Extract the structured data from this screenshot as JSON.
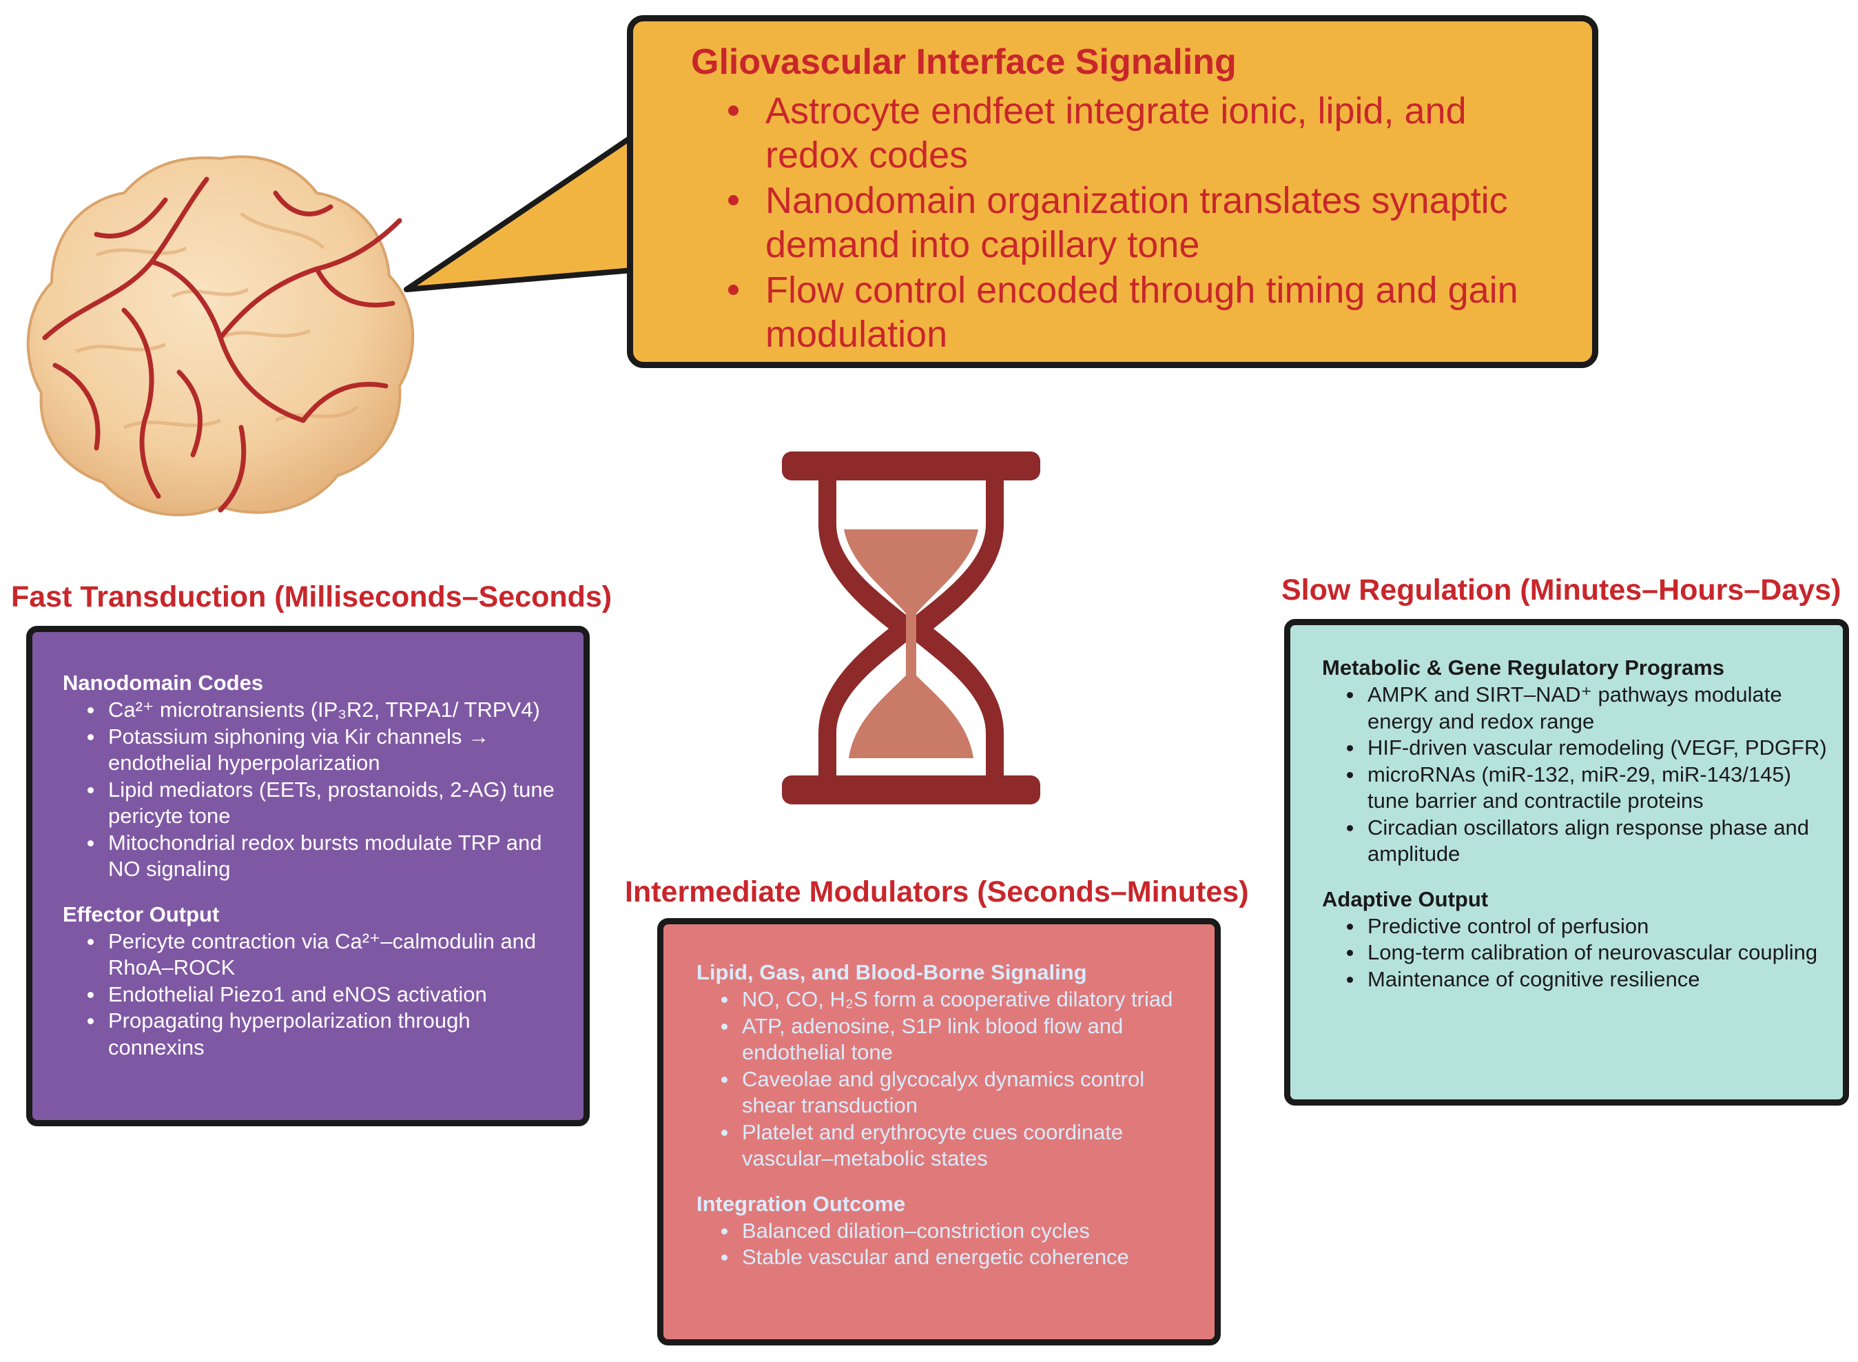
{
  "colors": {
    "callout_fill": "#f2b441",
    "title_red": "#c8262b",
    "fast_panel": "#7f58a4",
    "intermediate_panel": "#e07a7a",
    "slow_panel": "#b6e2dc",
    "hourglass": "#8e2a2a",
    "sand": "#c97b68",
    "brain": "#f4d2a4",
    "vessels": "#b22a2a"
  },
  "icons": [
    "brain-icon",
    "hourglass-icon"
  ],
  "callout": {
    "title": "Gliovascular Interface Signaling",
    "bullets": [
      "Astrocyte endfeet integrate ionic, lipid, and redox codes",
      "Nanodomain organization translates synaptic demand into capillary tone",
      "Flow control encoded through timing and gain modulation"
    ]
  },
  "fast": {
    "heading": "Fast Transduction (Milliseconds–Seconds)",
    "sections": [
      {
        "title": "Nanodomain Codes",
        "items": [
          "Ca²⁺ microtransients (IP₃R2, TRPA1/ TRPV4)",
          "Potassium siphoning via Kir channels → endothelial hyperpolarization",
          "Lipid mediators (EETs, prostanoids, 2-AG) tune pericyte tone",
          "Mitochondrial redox bursts modulate TRP and NO signaling"
        ]
      },
      {
        "title": "Effector Output",
        "items": [
          "Pericyte contraction via Ca²⁺–calmodulin and RhoA–ROCK",
          "Endothelial Piezo1 and eNOS activation",
          "Propagating hyperpolarization through connexins"
        ]
      }
    ]
  },
  "intermediate": {
    "heading": "Intermediate Modulators (Seconds–Minutes)",
    "sections": [
      {
        "title": "Lipid, Gas, and Blood-Borne Signaling",
        "items": [
          "NO, CO, H₂S form a cooperative dilatory triad",
          "ATP, adenosine, S1P link blood flow and endothelial tone",
          "Caveolae and glycocalyx dynamics control shear transduction",
          "Platelet and erythrocyte cues coordinate vascular–metabolic states"
        ]
      },
      {
        "title": "Integration Outcome",
        "items": [
          "Balanced dilation–constriction cycles",
          "Stable vascular and energetic coherence"
        ]
      }
    ]
  },
  "slow": {
    "heading": "Slow Regulation (Minutes–Hours–Days)",
    "sections": [
      {
        "title": "Metabolic & Gene Regulatory Programs",
        "items": [
          "AMPK and SIRT–NAD⁺ pathways modulate energy and redox range",
          "HIF-driven vascular remodeling (VEGF, PDGFR)",
          "microRNAs (miR-132, miR-29, miR-143/145) tune barrier and contractile proteins",
          "Circadian oscillators align response phase and amplitude"
        ]
      },
      {
        "title": "Adaptive Output",
        "items": [
          "Predictive control of perfusion",
          "Long-term calibration of neurovascular coupling",
          "Maintenance of cognitive resilience"
        ]
      }
    ]
  }
}
